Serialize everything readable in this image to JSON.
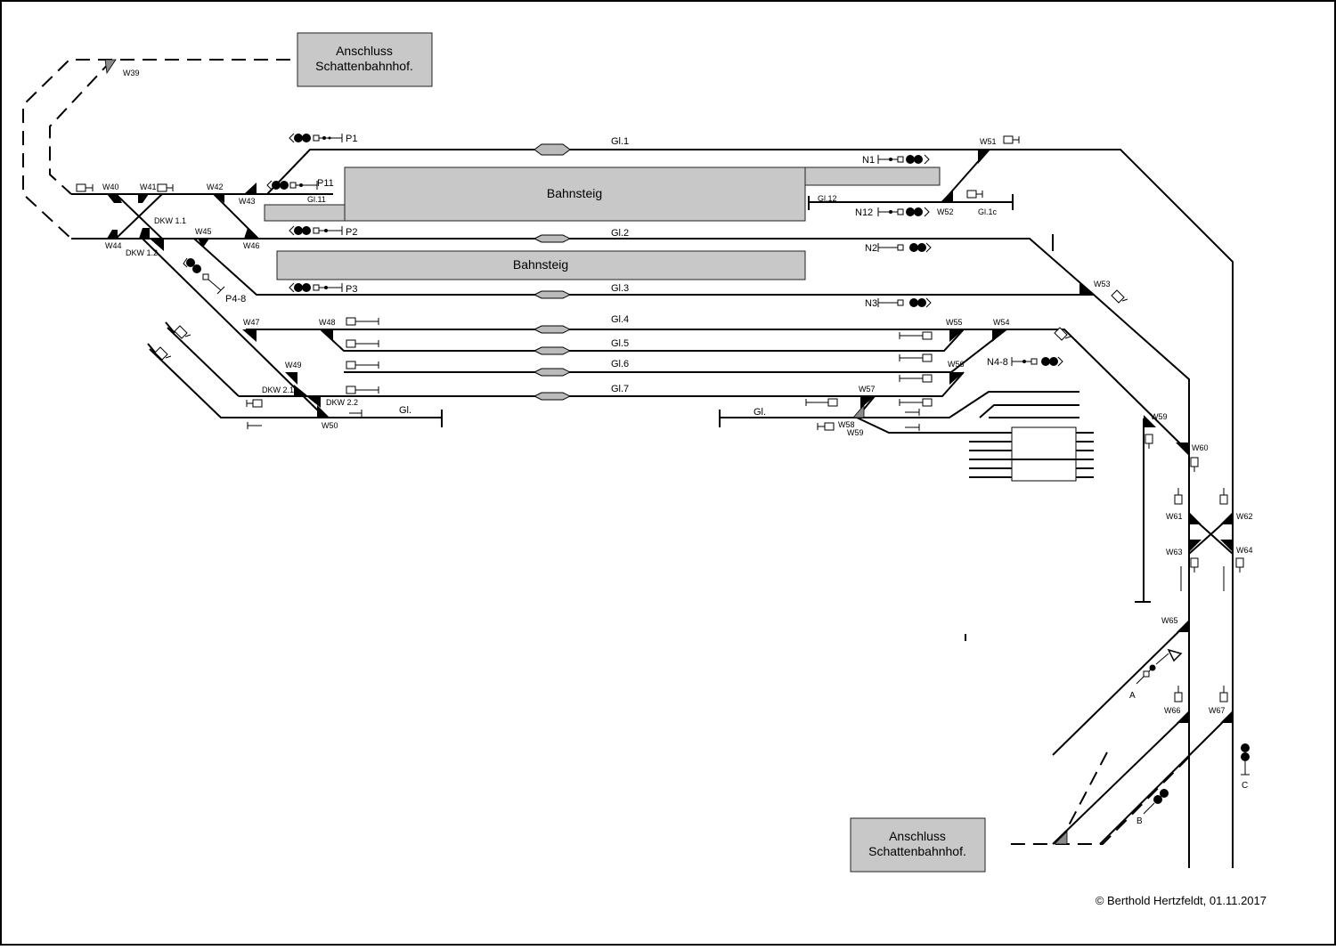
{
  "labels": {
    "anschluss_top": [
      "Anschluss",
      "Schattenbahnhof."
    ],
    "anschluss_bottom": [
      "Anschluss",
      "Schattenbahnhof."
    ],
    "bahnsteig_1": "Bahnsteig",
    "bahnsteig_2": "Bahnsteig",
    "copyright": "© Berthold Hertzfeldt, 01.11.2017"
  },
  "tracks": {
    "gl1": "Gl.1",
    "gl2": "Gl.2",
    "gl3": "Gl.3",
    "gl4": "Gl.4",
    "gl5": "Gl.5",
    "gl6": "Gl.6",
    "gl7": "Gl.7",
    "gl11": "Gl.11",
    "gl12": "Gl.12",
    "gl1c": "Gl.1c",
    "gl_left": "Gl.",
    "gl_right": "Gl."
  },
  "signals": {
    "p1": "P1",
    "p11": "P11",
    "p2": "P2",
    "p3": "P3",
    "p48": "P4-8",
    "n1": "N1",
    "n12": "N12",
    "n2": "N2",
    "n3": "N3",
    "n48": "N4-8",
    "a": "A",
    "b": "B",
    "c": "C"
  },
  "switches": {
    "w39": "W39",
    "w40": "W40",
    "w41": "W41",
    "w42": "W42",
    "w43": "W43",
    "w44": "W44",
    "w45": "W45",
    "w46": "W46",
    "w47": "W47",
    "w48": "W48",
    "w49": "W49",
    "w50": "W50",
    "w51": "W51",
    "w52": "W52",
    "w53": "W53",
    "w54": "W54",
    "w55": "W55",
    "w56": "W56",
    "w57": "W57",
    "w58": "W58",
    "w59": "W59",
    "w59b": "W59",
    "w60": "W60",
    "w61": "W61",
    "w62": "W62",
    "w63": "W63",
    "w64": "W64",
    "w65": "W65",
    "w66": "W66",
    "w67": "W67",
    "dkw11": "DKW 1.1",
    "dkw12": "DKW 1.2",
    "dkw21": "DKW 2.1",
    "dkw22": "DKW 2.2"
  }
}
